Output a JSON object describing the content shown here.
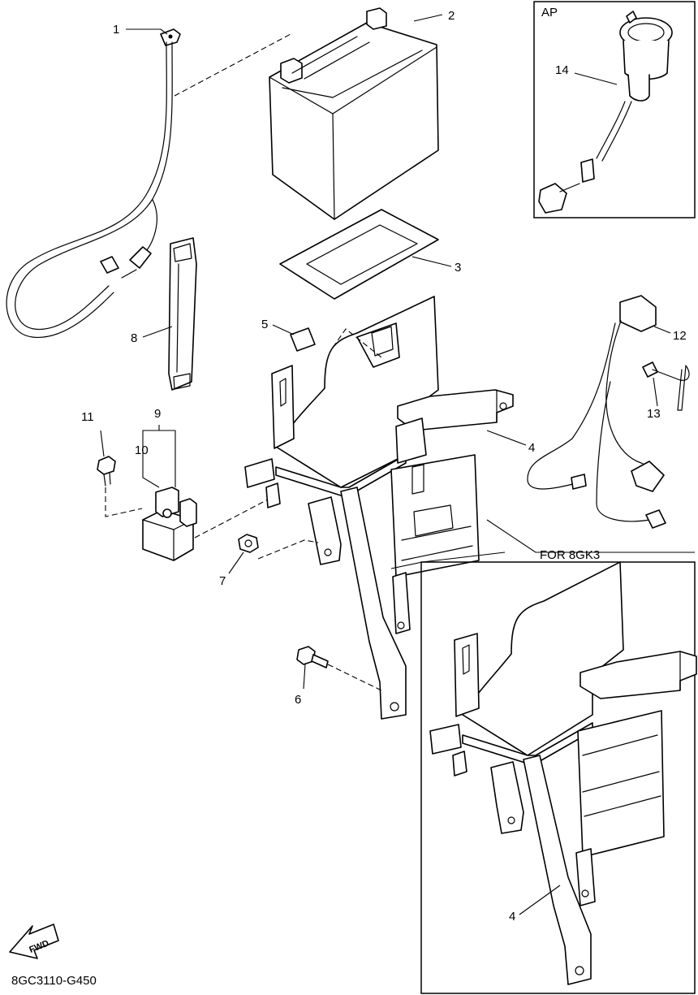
{
  "callouts": {
    "c1": "1",
    "c2": "2",
    "c3": "3",
    "c4a": "4",
    "c4b": "4",
    "c5": "5",
    "c6": "6",
    "c7": "7",
    "c8": "8",
    "c9": "9",
    "c10": "10",
    "c11": "11",
    "c12": "12",
    "c13": "13",
    "c14": "14"
  },
  "inset_ap": {
    "label": "AP"
  },
  "inset_variant": {
    "label": "FOR 8GK3"
  },
  "fwd_arrow": {
    "label": "FWD"
  },
  "diagram_code": "8GC3110-G450"
}
